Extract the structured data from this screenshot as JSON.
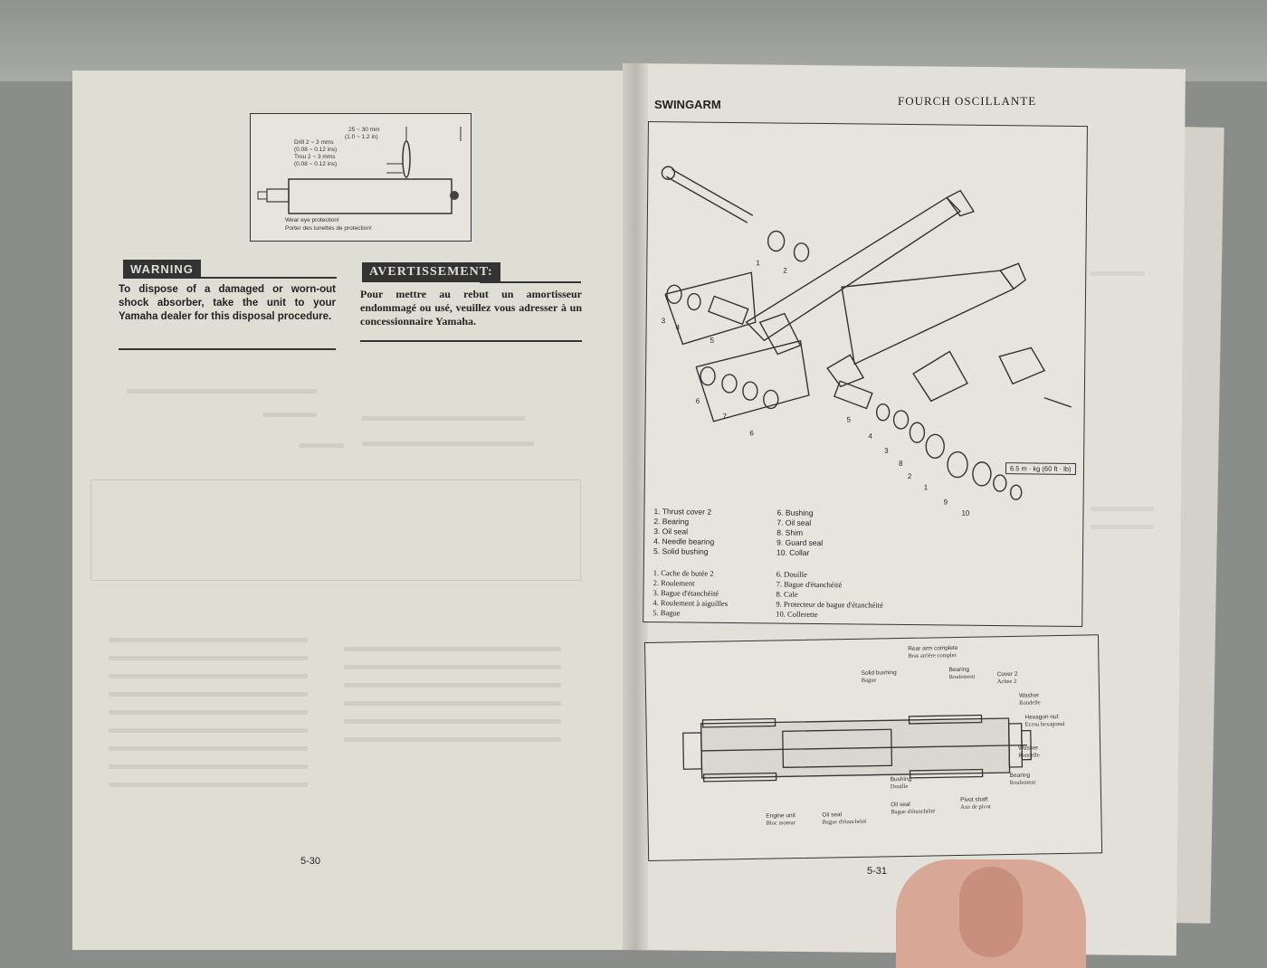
{
  "left_page": {
    "figure": {
      "dim_label": "25 ~ 30 mm",
      "dim_label_in": "(1.0 ~ 1.2 in)",
      "drill_en": "Drill 2 ~ 3 mms",
      "drill_en_in": "(0.08 ~ 0.12 ins)",
      "drill_fr": "Trou 2 ~ 3 mms",
      "drill_fr_in": "(0.08 ~ 0.12 ins)",
      "caption_en": "Wear eye protection!",
      "caption_fr": "Porter des lunettes de protection!"
    },
    "warning_en": {
      "tag": "WARNING",
      "text": "To dispose of a damaged or worn-out shock absorber, take the unit to your Yamaha dealer for this disposal procedure."
    },
    "warning_fr": {
      "tag": "AVERTISSEMENT:",
      "text": "Pour mettre au rebut un amortisseur endommagé ou usé, veuillez vous adresser à un concessionnaire Yamaha."
    },
    "page_number": "5-30"
  },
  "right_page": {
    "header_en": "SWINGARM",
    "header_fr": "FOURCH OSCILLANTE",
    "torque_label": "6.5 m · kg (60 ft · lb)",
    "legend_en_left": [
      "1. Thrust cover 2",
      "2. Bearing",
      "3. Oil seal",
      "4. Needle bearing",
      "5. Solid bushing"
    ],
    "legend_en_right": [
      "6. Bushing",
      "7. Oil seal",
      "8. Shim",
      "9. Guard seal",
      "10. Collar"
    ],
    "legend_fr_left": [
      "1. Cache de butée 2",
      "2. Roulement",
      "3. Bague d'étanchéité",
      "4. Roulement à aiguilles",
      "5. Bague"
    ],
    "legend_fr_right": [
      "6. Douille",
      "7. Bague d'étanchéité",
      "8. Cale",
      "9. Protecteur de bague d'étanchéité",
      "10. Collerette"
    ],
    "callouts": [
      "1",
      "2",
      "3",
      "4",
      "5",
      "6",
      "7",
      "6",
      "5",
      "4",
      "3",
      "8",
      "2",
      "1",
      "9",
      "10"
    ],
    "cross_section": {
      "rear_arm": "Rear arm complete",
      "rear_arm_fr": "Bras arrière complet",
      "solid_bushing": "Solid bushing",
      "solid_bushing_fr": "Bague",
      "bearing": "Bearing",
      "bearing_fr": "Roulement",
      "cover": "Cover 2",
      "cover_fr": "Achee 2",
      "washer": "Washer",
      "washer_fr": "Rondelle",
      "hex_nut": "Hexagon nut",
      "hex_nut_fr": "Ecrou hexagonal",
      "washer2": "Washer",
      "washer2_fr": "Rondelle",
      "bearing2": "Bearing",
      "bearing2_fr": "Roulement",
      "engine": "Engine unit",
      "engine_fr": "Bloc moteur",
      "oil_seal": "Oil seal",
      "oil_seal_fr": "Bague d'étanchéité",
      "bushing": "Bushing",
      "bushing_fr": "Douille",
      "oil_seal2": "Oil seal",
      "oil_seal2_fr": "Bague d'étanchéité",
      "pivot": "Pivot shaft",
      "pivot_fr": "Axe de pivot"
    },
    "page_number": "5-31"
  }
}
